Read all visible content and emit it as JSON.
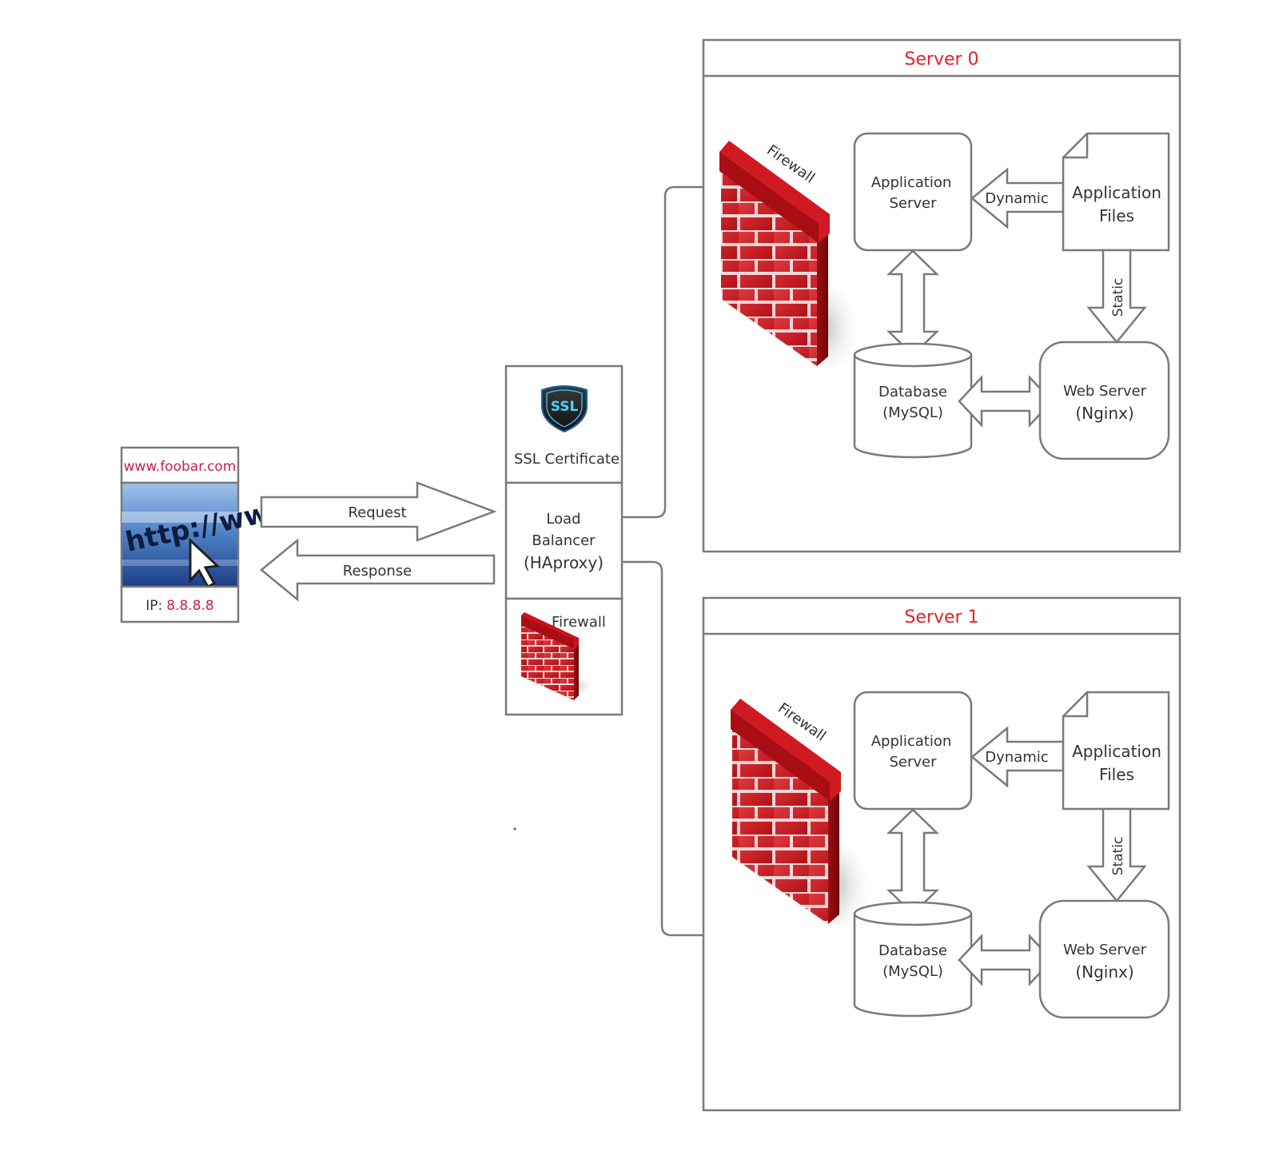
{
  "client": {
    "domain": "www.foobar.com",
    "ip_label": "IP:",
    "ip_value": "8.8.8.8",
    "image_text": "http://www"
  },
  "flows": {
    "request": "Request",
    "response": "Response"
  },
  "load_balancer": {
    "ssl_badge": "SSL",
    "ssl_label": "SSL Certificate",
    "lb_line1": "Load",
    "lb_line2": "Balancer",
    "lb_line3": "(HAproxy)",
    "firewall_label": "Firewall"
  },
  "servers": [
    {
      "title": "Server 0",
      "firewall_label": "Firewall",
      "app_server_line1": "Application",
      "app_server_line2": "Server",
      "dynamic_label": "Dynamic",
      "app_files_line1": "Application",
      "app_files_line2": "Files",
      "static_label": "Static",
      "database_line1": "Database",
      "database_line2": "(MySQL)",
      "web_server_line1": "Web Server",
      "web_server_line2": "(Nginx)"
    },
    {
      "title": "Server 1",
      "firewall_label": "Firewall",
      "app_server_line1": "Application",
      "app_server_line2": "Server",
      "dynamic_label": "Dynamic",
      "app_files_line1": "Application",
      "app_files_line2": "Files",
      "static_label": "Static",
      "database_line1": "Database",
      "database_line2": "(MySQL)",
      "web_server_line1": "Web Server",
      "web_server_line2": "(Nginx)"
    }
  ],
  "colors": {
    "title_red": "#e8202a",
    "link_pink": "#cc1f4a",
    "stroke_gray": "#7a7a7a",
    "brick_red": "#c8141c"
  }
}
